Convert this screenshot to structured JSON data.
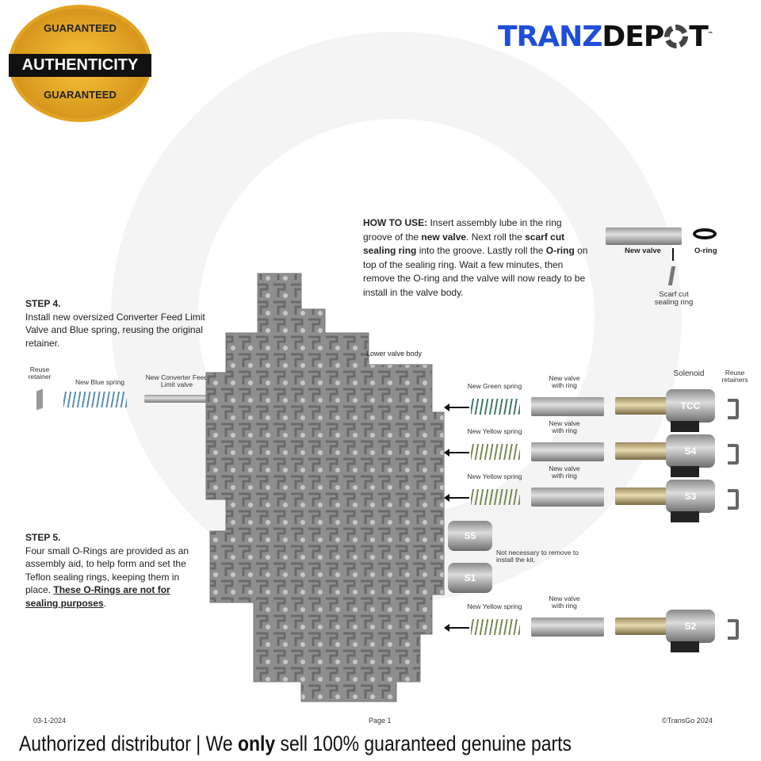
{
  "badge": {
    "top": "GUARANTEED",
    "main": "AUTHENTICITY",
    "bottom": "GUARANTEED"
  },
  "logo": {
    "part1": "TRANZ",
    "part2": "DEP",
    "part3": "T",
    "tm": "™"
  },
  "how_to_use": {
    "label": "HOW TO USE:",
    "t1": " Insert assembly lube in the ring groove of the ",
    "b1": "new valve",
    "t2": ". Next roll the ",
    "b2": "scarf cut sealing ring",
    "t3": " into the groove. Lastly roll the ",
    "b3": "O-ring",
    "t4": " on top of the sealing ring. Wait a few minutes, then remove the O-ring and the valve will now ready to be install in the valve body."
  },
  "inset": {
    "new_valve": "New valve",
    "o_ring": "O-ring",
    "scarf": "Scarf cut sealing ring"
  },
  "step4": {
    "title": "STEP 4.",
    "body": "Install new oversized Converter Feed Limit Valve and Blue spring, reusing the original retainer."
  },
  "step4_parts": {
    "retainer": "Reuse retainer",
    "spring": "New Blue spring",
    "valve": "New Converter Feed Limit valve"
  },
  "lower_valve_body": "Lower valve body",
  "step5": {
    "title": "STEP 5.",
    "body": "Four small O-Rings are provided as an assembly aid, to help form and set the Teflon sealing rings, keeping them in place. ",
    "emph": "These O-Rings are not for sealing purposes",
    "end": "."
  },
  "headers": {
    "solenoid": "Solenoid",
    "retainers": "Reuse retainers"
  },
  "rows": [
    {
      "spring": "New Green spring",
      "spring_color": "#3f7a66",
      "valve": "New valve with ring",
      "solenoid": "TCC"
    },
    {
      "spring": "New Yellow spring",
      "spring_color": "#7a8a55",
      "valve": "New valve with ring",
      "solenoid": "S4"
    },
    {
      "spring": "New Yellow spring",
      "spring_color": "#7a8a55",
      "valve": "New valve with ring",
      "solenoid": "S3"
    },
    {
      "spring": "New Yellow spring",
      "spring_color": "#7a8a55",
      "valve": "New valve with ring",
      "solenoid": "S2"
    }
  ],
  "body_solenoids": {
    "s5": "S5",
    "s1": "S1",
    "note": "Not necessary to remove to install the kit."
  },
  "footer": {
    "date": "03-1-2024",
    "page": "Page 1",
    "copyright": "©TransGo 2024",
    "tagline1": "Authorized distributor | We ",
    "tagline_bold": "only",
    "tagline2": " sell 100% guaranteed genuine parts"
  }
}
